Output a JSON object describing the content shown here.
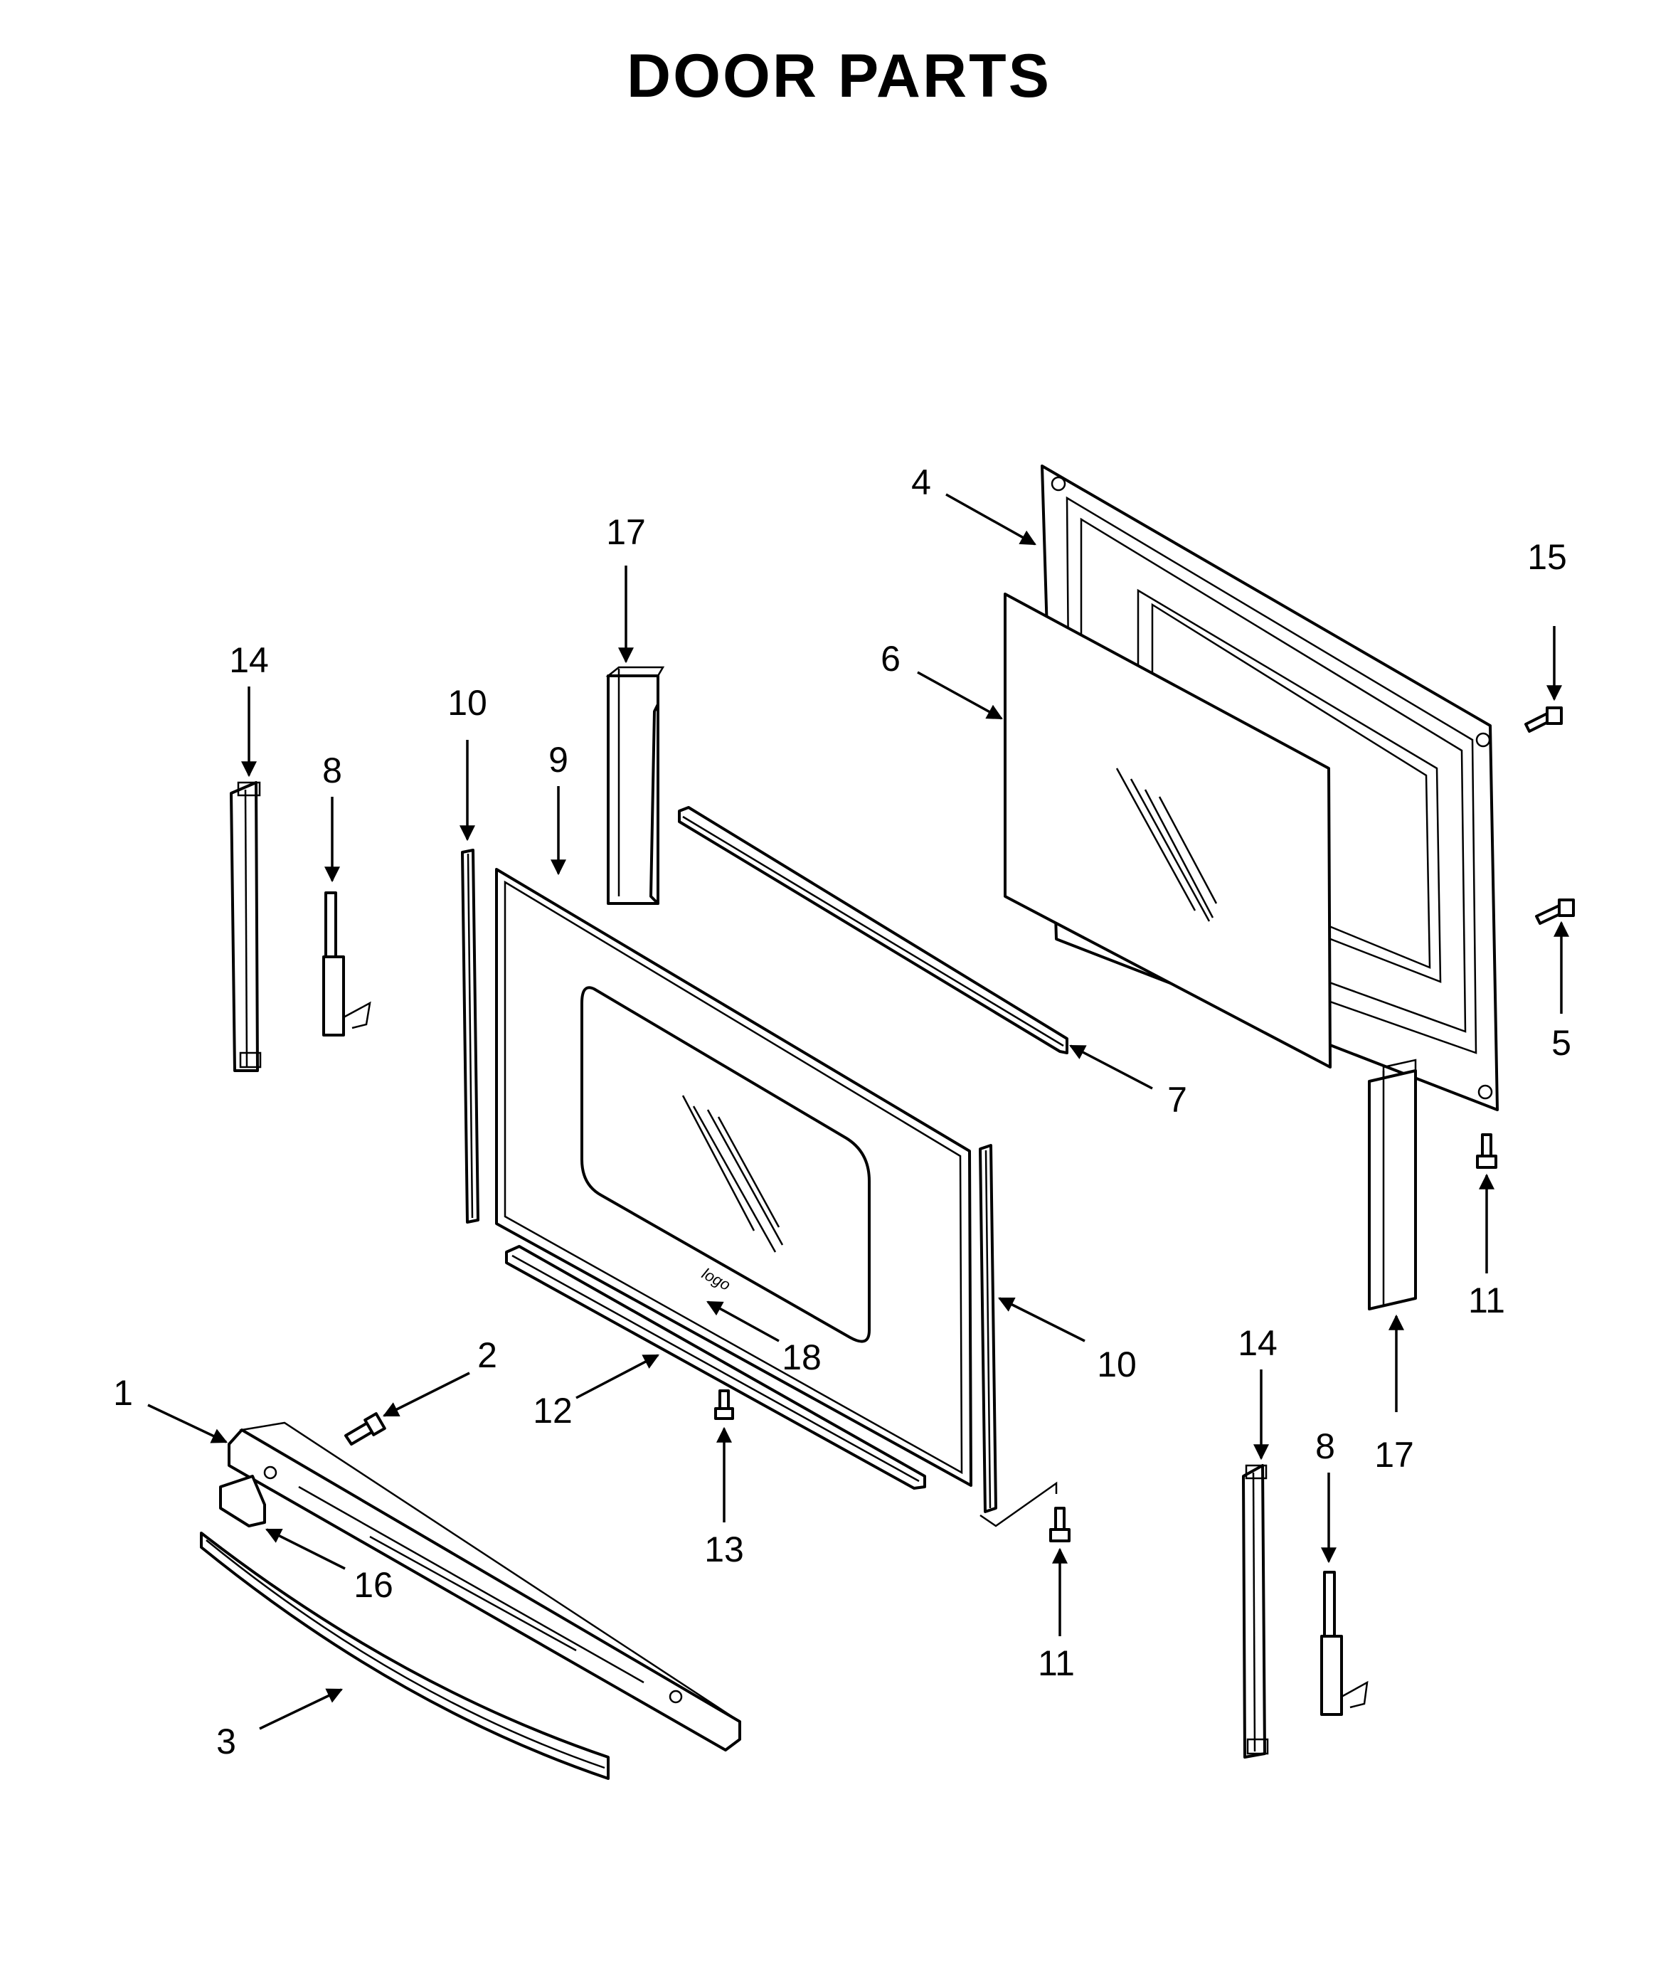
{
  "title": "DOOR PARTS",
  "callouts": {
    "c1": "1",
    "c2": "2",
    "c3": "3",
    "c4": "4",
    "c5": "5",
    "c6": "6",
    "c7": "7",
    "c8a": "8",
    "c8b": "8",
    "c9": "9",
    "c10a": "10",
    "c10b": "10",
    "c11a": "11",
    "c11b": "11",
    "c12": "12",
    "c13": "13",
    "c14a": "14",
    "c14b": "14",
    "c15": "15",
    "c16": "16",
    "c17a": "17",
    "c17b": "17",
    "c18": "18"
  }
}
